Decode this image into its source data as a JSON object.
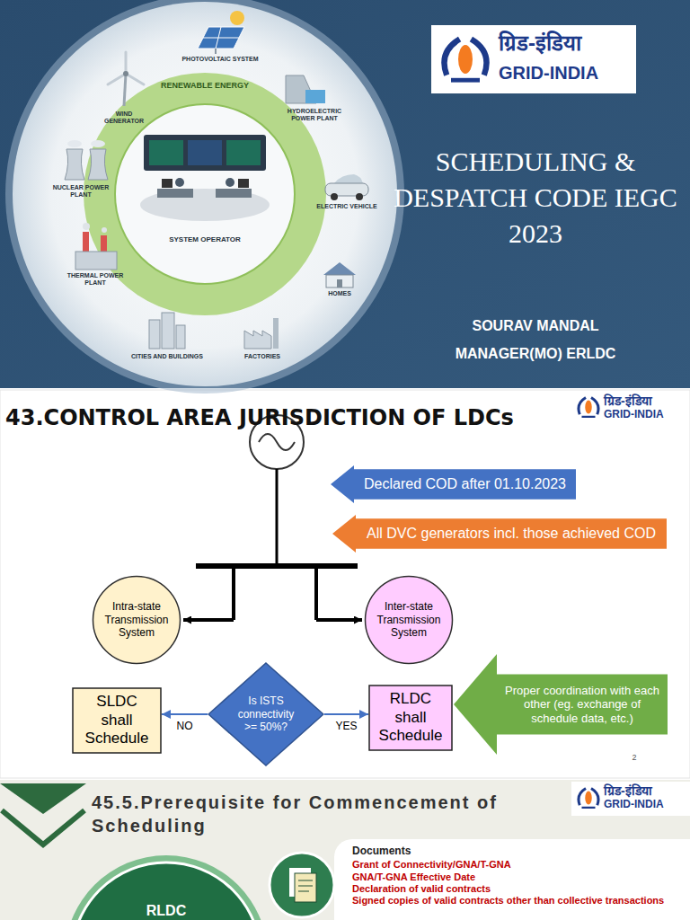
{
  "diagram": {
    "title": "SCHEDULING & DESPATCH CODE IEGC 2023",
    "nodes": [
      {
        "text": [
          "Declared COD after 01.10.2023"
        ]
      },
      {
        "text": [
          "All DVC generators incl. those achieved COD"
        ]
      },
      {
        "text": [
          "Intra-state Transmission System"
        ]
      },
      {
        "text": [
          "Inter-state Transmission System"
        ]
      },
      {
        "text": [
          "Is ISTS connectivity >= 50%?"
        ]
      },
      {
        "text": [
          "SLDC shall Schedule"
        ]
      },
      {
        "text": [
          "RLDC shall Schedule"
        ]
      },
      {
        "text": [
          "Proper coordination with each other (eg. exchange of schedule data, etc.)"
        ]
      },
      {
        "text": [
          "RLDC"
        ]
      },
      {
        "text": [
          "Documents",
          "Grant of Connectivity/GNA/T-GNA",
          "GNA/T-GNA Effective Date",
          "Declaration of valid contracts",
          "Signed copies of valid contracts other than collective transactions"
        ]
      }
    ],
    "edges": [
      {
        "from": 4,
        "to": 5,
        "label": "NO",
        "arrow": "to"
      },
      {
        "from": 4,
        "to": 6,
        "label": "YES",
        "arrow": "to"
      }
    ],
    "labels": [
      "ग्रिड-इंडिया",
      "GRID-INDIA",
      "WIND GENERATOR",
      "PHOTOVOLTAIC SYSTEM",
      "HYDROELECTRIC POWER PLANT",
      "RENEWABLE ENERGY",
      "SYSTEM OPERATOR",
      "NUCLEAR POWER PLANT",
      "ELECTRIC VEHICLE",
      "THERMAL POWER PLANT",
      "HOMES",
      "CITIES AND BUILDINGS",
      "FACTORIES",
      "SOURAV MANDAL",
      "MANAGER(MO) ERLDC",
      "43.CONTROL AREA JURISDICTION OF LDCs",
      "ग्रिड-इंडिया",
      "GRID-INDIA",
      "2",
      "45.5.Prerequisite for Commencement of Scheduling",
      "ग्रिड-इंडिया",
      "GRID-INDIA"
    ]
  }
}
